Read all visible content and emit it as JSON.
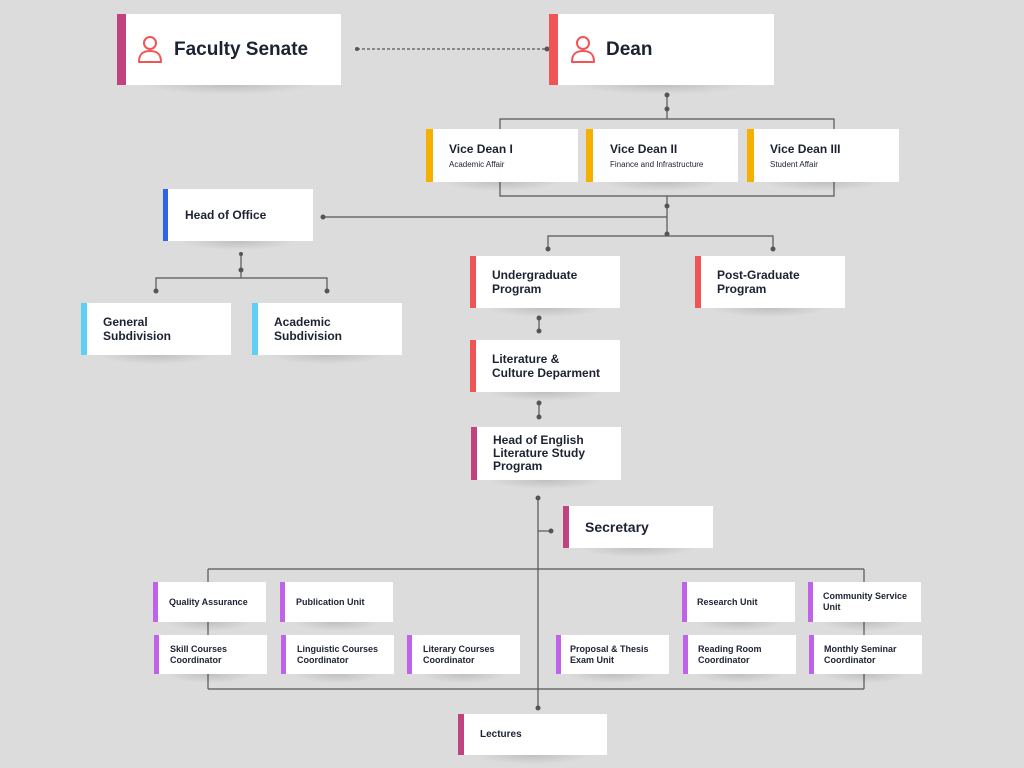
{
  "colors": {
    "background": "#dcdcdc",
    "card": "#ffffff",
    "text": "#1d2233",
    "line": "#555555",
    "accent_magenta": "#c0427e",
    "accent_coral": "#f05454",
    "accent_amber": "#f5b000",
    "accent_blue": "#2f63e8",
    "accent_sky": "#5ed0f5",
    "accent_violet": "#c063e8"
  },
  "icons": {
    "person": "person-outline-icon"
  },
  "top": {
    "faculty_senate": "Faculty Senate",
    "dean": "Dean"
  },
  "vice_deans": [
    {
      "title": "Vice Dean I",
      "subtitle": "Academic Affair"
    },
    {
      "title": "Vice Dean II",
      "subtitle": "Finance and Infrastructure"
    },
    {
      "title": "Vice Dean III",
      "subtitle": "Student Affair"
    }
  ],
  "office": {
    "head": "Head of Office",
    "general": "General\nSubdivision",
    "academic": "Academic\nSubdivision"
  },
  "programs": {
    "undergraduate": "Undergraduate\nProgram",
    "postgraduate": "Post-Graduate\nProgram",
    "literature_dept": "Literature &\nCulture Deparment",
    "head_english": "Head of  English\nLiterature Study\nProgram",
    "secretary": "Secretary"
  },
  "units": {
    "quality_assurance": "Quality Assurance",
    "publication": "Publication Unit",
    "research": "Research Unit",
    "community_service": "Community Service\nUnit",
    "skill_courses": "Skill  Courses\nCoordinator",
    "linguistic_courses": "Linguistic Courses\nCoordinator",
    "literary_courses": "Literary Courses\nCoordinator",
    "proposal_thesis": "Proposal & Thesis\nExam Unit",
    "reading_room": "Reading Room\nCoordinator",
    "monthly_seminar": "Monthly Seminar\nCoordinator",
    "lectures": "Lectures"
  }
}
